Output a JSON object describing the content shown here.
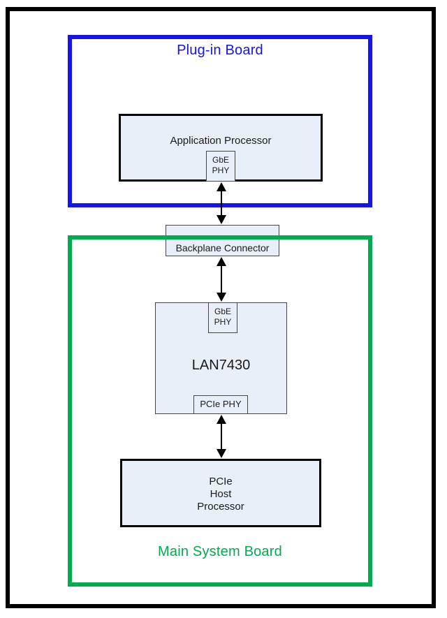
{
  "colors": {
    "blue": "#1414eb",
    "green": "#00ac4f",
    "box_fill": "#e9eff8",
    "line": "#000000"
  },
  "boards": {
    "plug_in": {
      "label": "Plug-in Board"
    },
    "main_system": {
      "label": "Main System Board"
    }
  },
  "blocks": {
    "application_processor": {
      "label": "Application Processor"
    },
    "app_gbe_phy": {
      "lines": [
        "GbE",
        "PHY"
      ]
    },
    "backplane_connector": {
      "label": "Backplane Connector"
    },
    "lan7430": {
      "label": "LAN7430"
    },
    "lan_gbe_phy": {
      "lines": [
        "GbE",
        "PHY"
      ]
    },
    "lan_pcie_phy": {
      "label": "PCIe PHY"
    },
    "pcie_host_processor": {
      "lines": [
        "PCIe",
        "Host",
        "Processor"
      ]
    }
  }
}
